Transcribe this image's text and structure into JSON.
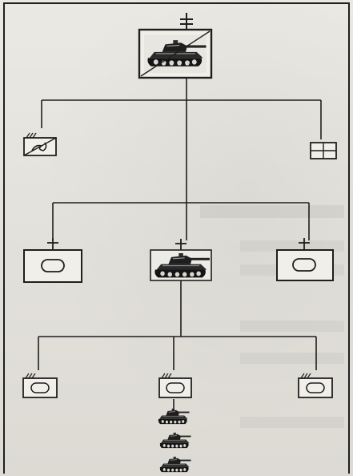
{
  "diagram": {
    "headquarters": {
      "unit": "armored-battalion-hq",
      "pictogram": "tank"
    },
    "support_units": [
      {
        "id": "left-support",
        "symbol": "cavalry-recon",
        "size": "company"
      },
      {
        "id": "right-support",
        "symbol": "signals",
        "size": "none"
      }
    ],
    "companies": [
      {
        "id": "company-left",
        "symbol": "armor",
        "echelon": "company"
      },
      {
        "id": "company-center",
        "symbol": "tank-pictogram",
        "echelon": "company"
      },
      {
        "id": "company-right",
        "symbol": "armor",
        "echelon": "company"
      }
    ],
    "platoons": [
      {
        "id": "platoon-left",
        "symbol": "armor",
        "echelon": "platoon"
      },
      {
        "id": "platoon-center",
        "symbol": "armor",
        "echelon": "platoon"
      },
      {
        "id": "platoon-right",
        "symbol": "armor",
        "echelon": "platoon"
      }
    ],
    "tank_stack": {
      "count": 3,
      "pictogram": "tank"
    }
  },
  "colors": {
    "ink": "#1f1f1f",
    "paper": "#e6e4de"
  }
}
